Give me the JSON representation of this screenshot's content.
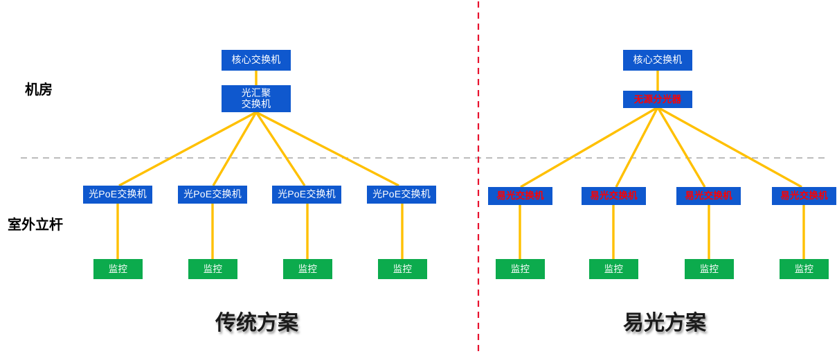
{
  "diagram": {
    "title_left": "传统方案",
    "title_right": "易光方案",
    "zone_labels": {
      "top": "机房",
      "bottom": "室外立杆"
    },
    "colors": {
      "switch_blue": "#0f58ce",
      "camera_green": "#0cab4d",
      "link_orange": "#ffc000",
      "divider_red": "#e8112d",
      "boundary_gray": "#a6a6a6",
      "white_text": "#ffffff",
      "red_text": "#ff0000"
    },
    "left_scheme": {
      "core": "核心交换机",
      "aggregation": "光汇聚\n交换机",
      "access": [
        "光PoE交换机",
        "光PoE交换机",
        "光PoE交换机",
        "光PoE交换机"
      ],
      "cameras": [
        "监控",
        "监控",
        "监控",
        "监控"
      ]
    },
    "right_scheme": {
      "core": "核心交换机",
      "aggregation": "无源分光器",
      "access": [
        "易光交换机",
        "易光交换机",
        "易光交换机",
        "易光交换机"
      ],
      "cameras": [
        "监控",
        "监控",
        "监控",
        "监控"
      ]
    }
  }
}
